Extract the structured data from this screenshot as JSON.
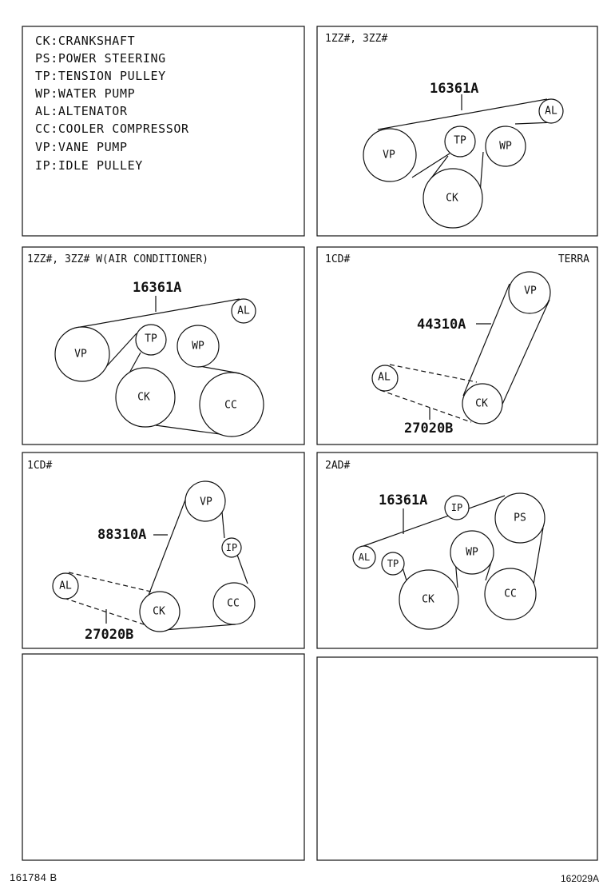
{
  "legend": {
    "items": [
      "CK:CRANKSHAFT",
      "PS:POWER STEERING",
      "TP:TENSION PULLEY",
      "WP:WATER PUMP",
      "AL:ALTENATOR",
      "CC:COOLER COMPRESSOR",
      "VP:VANE PUMP",
      "IP:IDLE PULLEY"
    ]
  },
  "panels": [
    {
      "id": "p2",
      "title": "1ZZ#, 3ZZ#",
      "title_right": "",
      "pulleys": [
        {
          "label": "VP"
        },
        {
          "label": "TP"
        },
        {
          "label": "AL"
        },
        {
          "label": "WP"
        },
        {
          "label": "CK"
        }
      ],
      "part_labels": [
        "16361A"
      ]
    },
    {
      "id": "p3",
      "title": "1ZZ#, 3ZZ#  W(AIR CONDITIONER)",
      "title_right": "",
      "pulleys": [
        {
          "label": "VP"
        },
        {
          "label": "TP"
        },
        {
          "label": "AL"
        },
        {
          "label": "WP"
        },
        {
          "label": "CK"
        },
        {
          "label": "CC"
        }
      ],
      "part_labels": [
        "16361A"
      ]
    },
    {
      "id": "p4",
      "title": "1CD#",
      "title_right": "TERRA",
      "pulleys": [
        {
          "label": "VP"
        },
        {
          "label": "AL"
        },
        {
          "label": "CK"
        }
      ],
      "part_labels": [
        "44310A",
        "27020B"
      ]
    },
    {
      "id": "p5",
      "title": "1CD#",
      "title_right": "",
      "pulleys": [
        {
          "label": "VP"
        },
        {
          "label": "IP"
        },
        {
          "label": "AL"
        },
        {
          "label": "CK"
        },
        {
          "label": "CC"
        }
      ],
      "part_labels": [
        "88310A",
        "27020B"
      ]
    },
    {
      "id": "p6",
      "title": "2AD#",
      "title_right": "",
      "pulleys": [
        {
          "label": "IP"
        },
        {
          "label": "PS"
        },
        {
          "label": "AL"
        },
        {
          "label": "TP"
        },
        {
          "label": "WP"
        },
        {
          "label": "CK"
        },
        {
          "label": "CC"
        }
      ],
      "part_labels": [
        "16361A"
      ]
    }
  ],
  "footer": {
    "left": "161784 B",
    "right": "162029A"
  }
}
